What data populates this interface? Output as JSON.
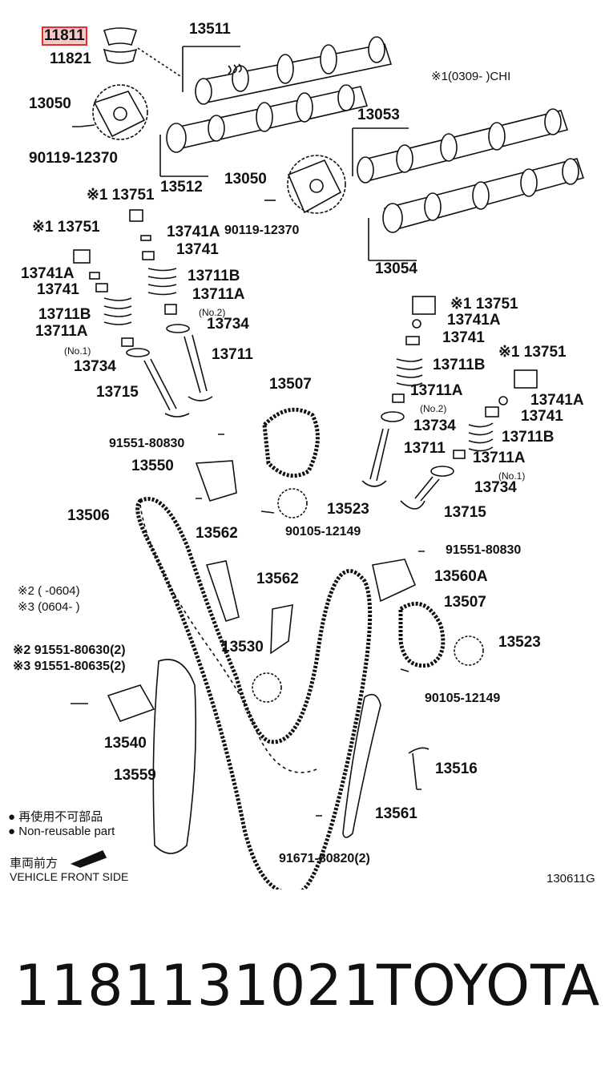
{
  "diagram": {
    "highlighted_part": "11811",
    "labels": {
      "p11821": "11821",
      "p13511": "13511",
      "p13050a": "13050",
      "p90119a": "90119-12370",
      "p13512": "13512",
      "p13053": "13053",
      "p13050b": "13050",
      "p90119b": "90119-12370",
      "p13054": "13054",
      "chi_note": "※1(0309-     )CHI",
      "l13751a": "※1 13751",
      "l13741A_a": "13741A",
      "l13741_a": "13741",
      "l13711B_a": "13711B",
      "l13711A_a": "13711A",
      "no2_a": "(No.2)",
      "l13734_a": "13734",
      "l13711_a": "13711",
      "l13751b": "※1 13751",
      "l13741A_b": "13741A",
      "l13741_b": "13741",
      "l13711B_b": "13711B",
      "l13711A_b": "13711A",
      "no1_b": "(No.1)",
      "l13734_b": "13734",
      "l13715_b": "13715",
      "l13507a": "13507",
      "l91551_830a": "91551-80830",
      "l13550": "13550",
      "l13523a": "13523",
      "l90105a": "90105-12149",
      "l13506": "13506",
      "l13562a": "13562",
      "l13562b": "13562",
      "note2": "※2 (       -0604)",
      "note3": "※3 (0604-       )",
      "l13530": "13530",
      "bolt2": "※2 91551-80630(2)",
      "bolt3": "※3 91551-80635(2)",
      "l13540": "13540",
      "l13559": "13559",
      "r13751a": "※1 13751",
      "r13741A_a": "13741A",
      "r13741_a": "13741",
      "r13711B_a": "13711B",
      "r13711A_a": "13711A",
      "rno2": "(No.2)",
      "r13734_a": "13734",
      "r13711": "13711",
      "r13751b": "※1 13751",
      "r13741A_b": "13741A",
      "r13741_b": "13741",
      "r13711B_b": "13711B",
      "r13711A_b": "13711A",
      "rno1": "(No.1)",
      "r13734_b": "13734",
      "r13715": "13715",
      "r91551": "91551-80830",
      "r13560A": "13560A",
      "r13507": "13507",
      "r13523": "13523",
      "r90105": "90105-12149",
      "r13516": "13516",
      "r13561": "13561",
      "r91671": "91671-80820(2)",
      "legend_cn": "再使用不可部品",
      "legend_en": "Non-reusable part",
      "front_cn": "車両前方",
      "front_en": "VEHICLE FRONT SIDE",
      "ref": "130611G"
    }
  },
  "footer": {
    "part_number": "1181131021",
    "brand": "TOYOTA"
  }
}
